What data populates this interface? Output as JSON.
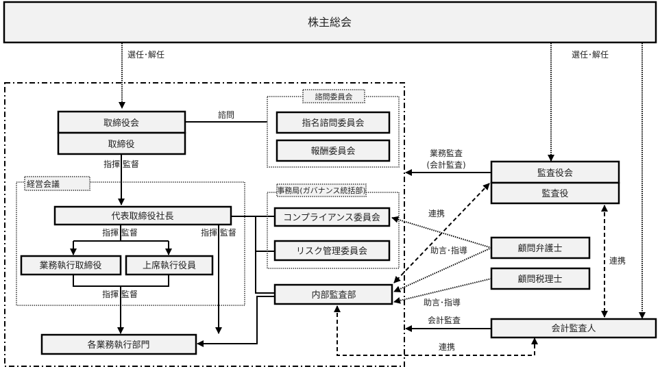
{
  "diagram": {
    "nodes": {
      "shareholders": "株主総会",
      "board": "取締役会",
      "directors": "取締役",
      "president": "代表取締役社長",
      "exec_directors": "業務執行取締役",
      "senior_officers": "上席執行役員",
      "departments": "各業務執行部門",
      "nomination": "指名諮問委員会",
      "remuneration": "報酬委員会",
      "compliance": "コンプライアンス委員会",
      "risk": "リスク管理委員会",
      "internal_audit": "内部監査部",
      "audit_board": "監査役会",
      "auditors": "監査役",
      "legal_advisor": "顧問弁護士",
      "tax_advisor": "顧問税理士",
      "accounting_auditor": "会計監査人"
    },
    "groups": {
      "advisory": "諮問委員会",
      "management": "経営会議",
      "secretariat": "事務局(ガバナンス統括部)"
    },
    "edge_labels": {
      "elect_left": "選任･解任",
      "elect_right": "選任･解任",
      "consult": "諮問",
      "command_1": "指揮 監督",
      "command_2": "指揮 監督",
      "command_3": "指揮 監督",
      "command_4": "指揮 監督",
      "business_audit_1": "業務監査",
      "business_audit_2": "(会計監査)",
      "collab_1": "連携",
      "collab_2": "連携",
      "collab_3": "連携",
      "advice_1": "助言･指導",
      "advice_2": "助言･指導",
      "accounting_audit": "会計監査"
    }
  }
}
